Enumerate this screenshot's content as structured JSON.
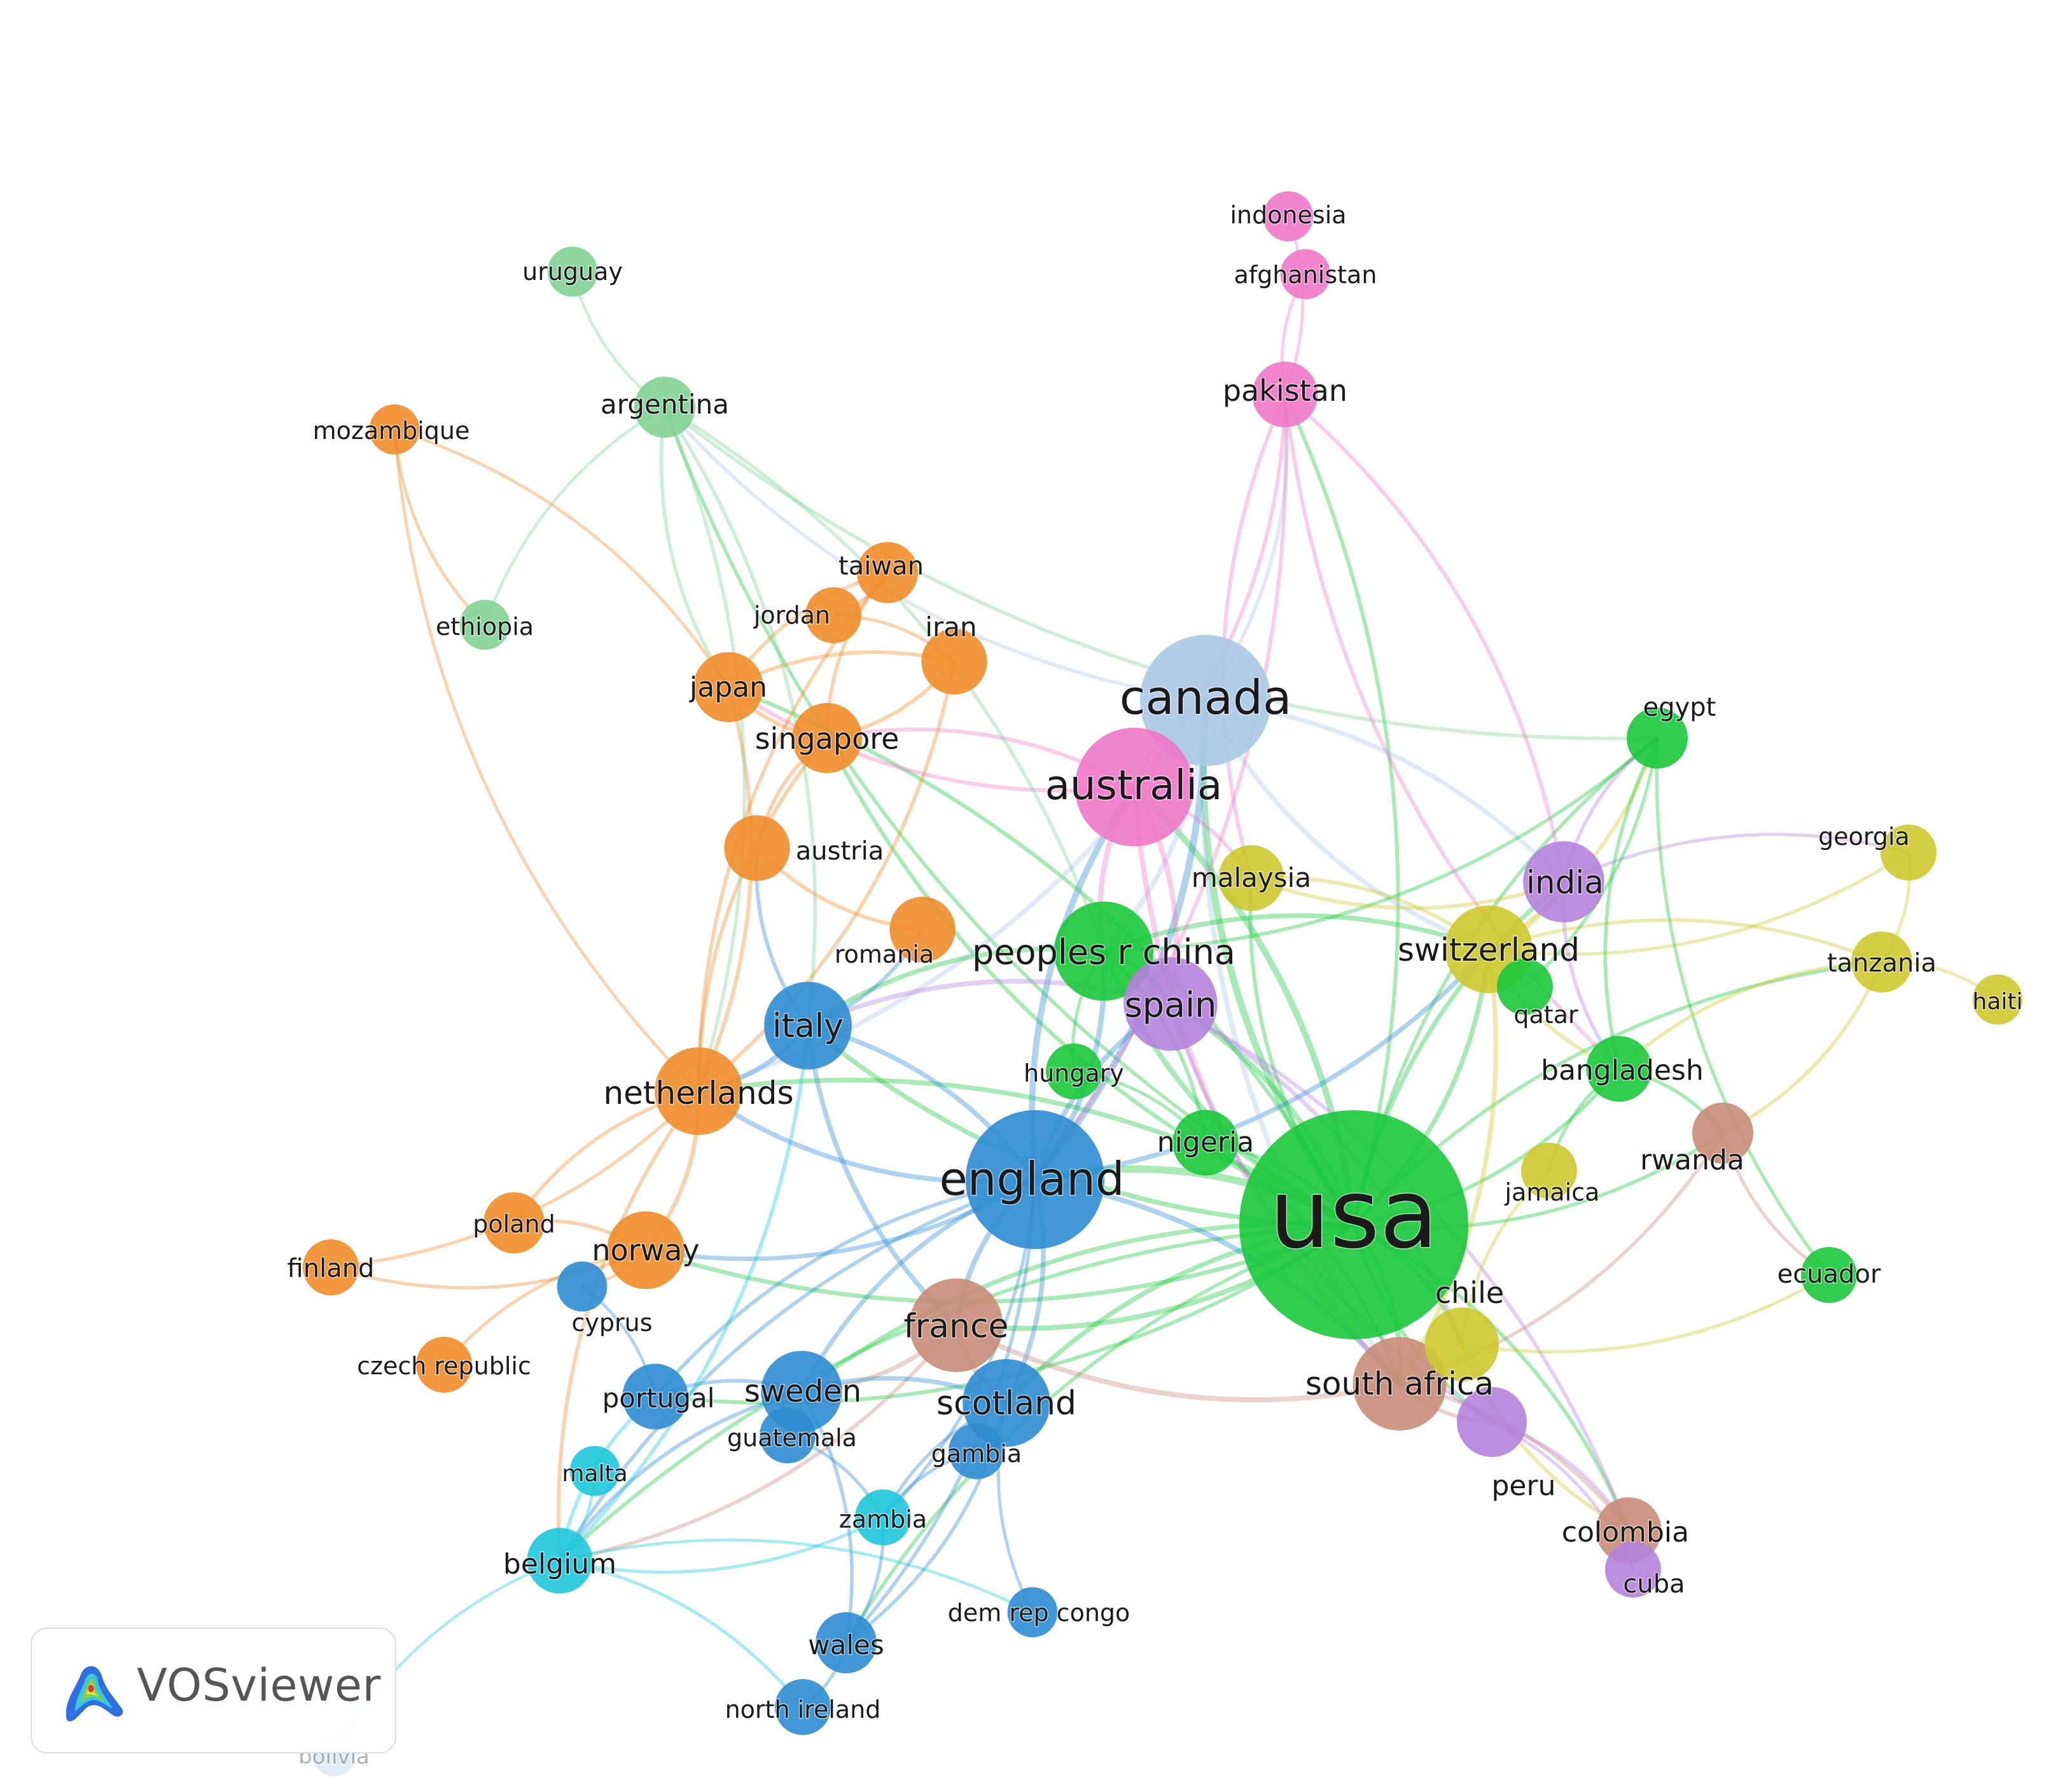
{
  "app": {
    "logo_text": "VOSviewer"
  },
  "clusters": {
    "green": "#19c83c",
    "orange": "#f08c28",
    "blue": "#2d8cd2",
    "cyan": "#1ec8dc",
    "pink": "#f078c8",
    "purple": "#b482dc",
    "yellow": "#cdc82d",
    "brown": "#c88c78",
    "lightblue": "#aac8e6",
    "lightgreen": "#82d296"
  },
  "nodes": [
    {
      "id": "usa",
      "label": "usa",
      "cluster": "green",
      "weight": 100
    },
    {
      "id": "england",
      "label": "england",
      "cluster": "blue",
      "weight": 34
    },
    {
      "id": "canada",
      "label": "canada",
      "cluster": "lightblue",
      "weight": 30
    },
    {
      "id": "australia",
      "label": "australia",
      "cluster": "pink",
      "weight": 24
    },
    {
      "id": "peoples-r-china",
      "label": "peoples r china",
      "cluster": "green",
      "weight": 16
    },
    {
      "id": "spain",
      "label": "spain",
      "cluster": "purple",
      "weight": 14
    },
    {
      "id": "italy",
      "label": "italy",
      "cluster": "blue",
      "weight": 12
    },
    {
      "id": "netherlands",
      "label": "netherlands",
      "cluster": "orange",
      "weight": 12
    },
    {
      "id": "france",
      "label": "france",
      "cluster": "brown",
      "weight": 14
    },
    {
      "id": "scotland",
      "label": "scotland",
      "cluster": "blue",
      "weight": 12
    },
    {
      "id": "south-africa",
      "label": "south africa",
      "cluster": "brown",
      "weight": 14
    },
    {
      "id": "switzerland",
      "label": "switzerland",
      "cluster": "yellow",
      "weight": 12
    },
    {
      "id": "india",
      "label": "india",
      "cluster": "purple",
      "weight": 10
    },
    {
      "id": "sweden",
      "label": "sweden",
      "cluster": "blue",
      "weight": 10
    },
    {
      "id": "norway",
      "label": "norway",
      "cluster": "orange",
      "weight": 9
    },
    {
      "id": "japan",
      "label": "japan",
      "cluster": "orange",
      "weight": 7
    },
    {
      "id": "singapore",
      "label": "singapore",
      "cluster": "orange",
      "weight": 7
    },
    {
      "id": "austria",
      "label": "austria",
      "cluster": "orange",
      "weight": 6
    },
    {
      "id": "iran",
      "label": "iran",
      "cluster": "orange",
      "weight": 6
    },
    {
      "id": "taiwan",
      "label": "taiwan",
      "cluster": "orange",
      "weight": 5
    },
    {
      "id": "jordan",
      "label": "jordan",
      "cluster": "orange",
      "weight": 4
    },
    {
      "id": "romania",
      "label": "romania",
      "cluster": "orange",
      "weight": 6
    },
    {
      "id": "poland",
      "label": "poland",
      "cluster": "orange",
      "weight": 5
    },
    {
      "id": "finland",
      "label": "finland",
      "cluster": "orange",
      "weight": 4
    },
    {
      "id": "czech-republic",
      "label": "czech republic",
      "cluster": "orange",
      "weight": 4
    },
    {
      "id": "mozambique",
      "label": "mozambique",
      "cluster": "orange",
      "weight": 3
    },
    {
      "id": "argentina",
      "label": "argentina",
      "cluster": "lightgreen",
      "weight": 5
    },
    {
      "id": "uruguay",
      "label": "uruguay",
      "cluster": "lightgreen",
      "weight": 3
    },
    {
      "id": "ethiopia",
      "label": "ethiopia",
      "cluster": "lightgreen",
      "weight": 3
    },
    {
      "id": "pakistan",
      "label": "pakistan",
      "cluster": "pink",
      "weight": 6
    },
    {
      "id": "indonesia",
      "label": "indonesia",
      "cluster": "pink",
      "weight": 3
    },
    {
      "id": "afghanistan",
      "label": "afghanistan",
      "cluster": "pink",
      "weight": 3
    },
    {
      "id": "malaysia",
      "label": "malaysia",
      "cluster": "yellow",
      "weight": 6
    },
    {
      "id": "hungary",
      "label": "hungary",
      "cluster": "green",
      "weight": 4
    },
    {
      "id": "nigeria",
      "label": "nigeria",
      "cluster": "green",
      "weight": 6
    },
    {
      "id": "egypt",
      "label": "egypt",
      "cluster": "green",
      "weight": 5
    },
    {
      "id": "georgia",
      "label": "georgia",
      "cluster": "yellow",
      "weight": 4
    },
    {
      "id": "tanzania",
      "label": "tanzania",
      "cluster": "yellow",
      "weight": 5
    },
    {
      "id": "haiti",
      "label": "haiti",
      "cluster": "yellow",
      "weight": 3
    },
    {
      "id": "qatar",
      "label": "qatar",
      "cluster": "green",
      "weight": 4
    },
    {
      "id": "bangladesh",
      "label": "bangladesh",
      "cluster": "green",
      "weight": 6
    },
    {
      "id": "rwanda",
      "label": "rwanda",
      "cluster": "brown",
      "weight": 5
    },
    {
      "id": "jamaica",
      "label": "jamaica",
      "cluster": "yellow",
      "weight": 4
    },
    {
      "id": "ecuador",
      "label": "ecuador",
      "cluster": "green",
      "weight": 4
    },
    {
      "id": "chile",
      "label": "chile",
      "cluster": "yellow",
      "weight": 8
    },
    {
      "id": "peru",
      "label": "peru",
      "cluster": "purple",
      "weight": 7
    },
    {
      "id": "colombia",
      "label": "colombia",
      "cluster": "brown",
      "weight": 6
    },
    {
      "id": "cuba",
      "label": "cuba",
      "cluster": "purple",
      "weight": 4
    },
    {
      "id": "cyprus",
      "label": "cyprus",
      "cluster": "blue",
      "weight": 3
    },
    {
      "id": "portugal",
      "label": "portugal",
      "cluster": "blue",
      "weight": 6
    },
    {
      "id": "guatemala",
      "label": "guatemala",
      "cluster": "blue",
      "weight": 4
    },
    {
      "id": "gambia",
      "label": "gambia",
      "cluster": "blue",
      "weight": 4
    },
    {
      "id": "malta",
      "label": "malta",
      "cluster": "cyan",
      "weight": 3
    },
    {
      "id": "zambia",
      "label": "zambia",
      "cluster": "cyan",
      "weight": 4
    },
    {
      "id": "belgium",
      "label": "belgium",
      "cluster": "cyan",
      "weight": 6
    },
    {
      "id": "dem-rep-congo",
      "label": "dem rep congo",
      "cluster": "blue",
      "weight": 3
    },
    {
      "id": "wales",
      "label": "wales",
      "cluster": "blue",
      "weight": 5
    },
    {
      "id": "north-ireland",
      "label": "north ireland",
      "cluster": "blue",
      "weight": 4
    },
    {
      "id": "bolivia",
      "label": "bolivia",
      "cluster": "lightblue",
      "weight": 2
    }
  ],
  "edges": [
    [
      "usa",
      "england"
    ],
    [
      "usa",
      "canada"
    ],
    [
      "usa",
      "australia"
    ],
    [
      "usa",
      "peoples-r-china"
    ],
    [
      "usa",
      "spain"
    ],
    [
      "usa",
      "italy"
    ],
    [
      "usa",
      "netherlands"
    ],
    [
      "usa",
      "france"
    ],
    [
      "usa",
      "scotland"
    ],
    [
      "usa",
      "south-africa"
    ],
    [
      "usa",
      "switzerland"
    ],
    [
      "usa",
      "india"
    ],
    [
      "usa",
      "sweden"
    ],
    [
      "usa",
      "norway"
    ],
    [
      "usa",
      "japan"
    ],
    [
      "usa",
      "singapore"
    ],
    [
      "usa",
      "pakistan"
    ],
    [
      "usa",
      "argentina"
    ],
    [
      "usa",
      "belgium"
    ],
    [
      "usa",
      "egypt"
    ],
    [
      "usa",
      "bangladesh"
    ],
    [
      "usa",
      "chile"
    ],
    [
      "usa",
      "peru"
    ],
    [
      "usa",
      "colombia"
    ],
    [
      "usa",
      "nigeria"
    ],
    [
      "usa",
      "malaysia"
    ],
    [
      "usa",
      "rwanda"
    ],
    [
      "usa",
      "tanzania"
    ],
    [
      "usa",
      "wales"
    ],
    [
      "usa",
      "portugal"
    ],
    [
      "england",
      "canada"
    ],
    [
      "england",
      "australia"
    ],
    [
      "england",
      "italy"
    ],
    [
      "england",
      "netherlands"
    ],
    [
      "england",
      "france"
    ],
    [
      "england",
      "scotland"
    ],
    [
      "england",
      "sweden"
    ],
    [
      "england",
      "norway"
    ],
    [
      "england",
      "belgium"
    ],
    [
      "england",
      "south-africa"
    ],
    [
      "england",
      "peoples-r-china"
    ],
    [
      "england",
      "spain"
    ],
    [
      "england",
      "switzerland"
    ],
    [
      "england",
      "wales"
    ],
    [
      "england",
      "portugal"
    ],
    [
      "england",
      "zambia"
    ],
    [
      "canada",
      "australia"
    ],
    [
      "canada",
      "peoples-r-china"
    ],
    [
      "canada",
      "switzerland"
    ],
    [
      "canada",
      "india"
    ],
    [
      "canada",
      "south-africa"
    ],
    [
      "canada",
      "netherlands"
    ],
    [
      "canada",
      "pakistan"
    ],
    [
      "canada",
      "argentina"
    ],
    [
      "australia",
      "peoples-r-china"
    ],
    [
      "australia",
      "spain"
    ],
    [
      "australia",
      "pakistan"
    ],
    [
      "australia",
      "malaysia"
    ],
    [
      "australia",
      "singapore"
    ],
    [
      "australia",
      "japan"
    ],
    [
      "australia",
      "south-africa"
    ],
    [
      "peoples-r-china",
      "spain"
    ],
    [
      "peoples-r-china",
      "italy"
    ],
    [
      "peoples-r-china",
      "nigeria"
    ],
    [
      "peoples-r-china",
      "hungary"
    ],
    [
      "peoples-r-china",
      "switzerland"
    ],
    [
      "peoples-r-china",
      "egypt"
    ],
    [
      "spain",
      "chile"
    ],
    [
      "spain",
      "peru"
    ],
    [
      "spain",
      "colombia"
    ],
    [
      "spain",
      "italy"
    ],
    [
      "italy",
      "netherlands"
    ],
    [
      "italy",
      "romania"
    ],
    [
      "italy",
      "austria"
    ],
    [
      "italy",
      "france"
    ],
    [
      "netherlands",
      "norway"
    ],
    [
      "netherlands",
      "japan"
    ],
    [
      "netherlands",
      "singapore"
    ],
    [
      "netherlands",
      "iran"
    ],
    [
      "netherlands",
      "finland"
    ],
    [
      "netherlands",
      "poland"
    ],
    [
      "netherlands",
      "taiwan"
    ],
    [
      "netherlands",
      "belgium"
    ],
    [
      "japan",
      "taiwan"
    ],
    [
      "japan",
      "singapore"
    ],
    [
      "japan",
      "iran"
    ],
    [
      "singapore",
      "iran"
    ],
    [
      "singapore",
      "taiwan"
    ],
    [
      "jordan",
      "taiwan"
    ],
    [
      "jordan",
      "iran"
    ],
    [
      "austria",
      "romania"
    ],
    [
      "austria",
      "singapore"
    ],
    [
      "norway",
      "poland"
    ],
    [
      "norway",
      "finland"
    ],
    [
      "norway",
      "czech-republic"
    ],
    [
      "norway",
      "cyprus"
    ],
    [
      "mozambique",
      "netherlands"
    ],
    [
      "mozambique",
      "japan"
    ],
    [
      "mozambique",
      "ethiopia"
    ],
    [
      "argentina",
      "uruguay"
    ],
    [
      "argentina",
      "ethiopia"
    ],
    [
      "argentina",
      "peoples-r-china"
    ],
    [
      "argentina",
      "japan"
    ],
    [
      "argentina",
      "netherlands"
    ],
    [
      "argentina",
      "egypt"
    ],
    [
      "argentina",
      "italy"
    ],
    [
      "pakistan",
      "indonesia"
    ],
    [
      "pakistan",
      "afghanistan"
    ],
    [
      "pakistan",
      "malaysia"
    ],
    [
      "pakistan",
      "india"
    ],
    [
      "pakistan",
      "bangladesh"
    ],
    [
      "pakistan",
      "england"
    ],
    [
      "switzerland",
      "india"
    ],
    [
      "switzerland",
      "tanzania"
    ],
    [
      "switzerland",
      "bangladesh"
    ],
    [
      "switzerland",
      "qatar"
    ],
    [
      "switzerland",
      "egypt"
    ],
    [
      "switzerland",
      "south-africa"
    ],
    [
      "switzerland",
      "georgia"
    ],
    [
      "india",
      "egypt"
    ],
    [
      "india",
      "bangladesh"
    ],
    [
      "india",
      "georgia"
    ],
    [
      "egypt",
      "bangladesh"
    ],
    [
      "egypt",
      "qatar"
    ],
    [
      "egypt",
      "ecuador"
    ],
    [
      "tanzania",
      "haiti"
    ],
    [
      "tanzania",
      "georgia"
    ],
    [
      "tanzania",
      "rwanda"
    ],
    [
      "tanzania",
      "bangladesh"
    ],
    [
      "bangladesh",
      "rwanda"
    ],
    [
      "bangladesh",
      "jamaica"
    ],
    [
      "rwanda",
      "south-africa"
    ],
    [
      "rwanda",
      "ecuador"
    ],
    [
      "chile",
      "peru"
    ],
    [
      "chile",
      "colombia"
    ],
    [
      "chile",
      "jamaica"
    ],
    [
      "chile",
      "ecuador"
    ],
    [
      "peru",
      "colombia"
    ],
    [
      "colombia",
      "cuba"
    ],
    [
      "peru",
      "cuba"
    ],
    [
      "south-africa",
      "peru"
    ],
    [
      "south-africa",
      "colombia"
    ],
    [
      "france",
      "scotland"
    ],
    [
      "france",
      "sweden"
    ],
    [
      "france",
      "south-africa"
    ],
    [
      "france",
      "belgium"
    ],
    [
      "scotland",
      "sweden"
    ],
    [
      "scotland",
      "gambia"
    ],
    [
      "scotland",
      "zambia"
    ],
    [
      "scotland",
      "wales"
    ],
    [
      "sweden",
      "portugal"
    ],
    [
      "sweden",
      "guatemala"
    ],
    [
      "sweden",
      "belgium"
    ],
    [
      "sweden",
      "wales"
    ],
    [
      "belgium",
      "malta"
    ],
    [
      "belgium",
      "portugal"
    ],
    [
      "belgium",
      "zambia"
    ],
    [
      "belgium",
      "dem-rep-congo"
    ],
    [
      "belgium",
      "italy"
    ],
    [
      "belgium",
      "north-ireland"
    ],
    [
      "belgium",
      "bolivia"
    ],
    [
      "wales",
      "north-ireland"
    ],
    [
      "wales",
      "zambia"
    ],
    [
      "guatemala",
      "zambia"
    ],
    [
      "gambia",
      "zambia"
    ],
    [
      "dem-rep-congo",
      "scotland"
    ],
    [
      "portugal",
      "cyprus"
    ],
    [
      "nigeria",
      "south-africa"
    ],
    [
      "nigeria",
      "hungary"
    ],
    [
      "malaysia",
      "switzerland"
    ],
    [
      "malaysia",
      "india"
    ]
  ]
}
